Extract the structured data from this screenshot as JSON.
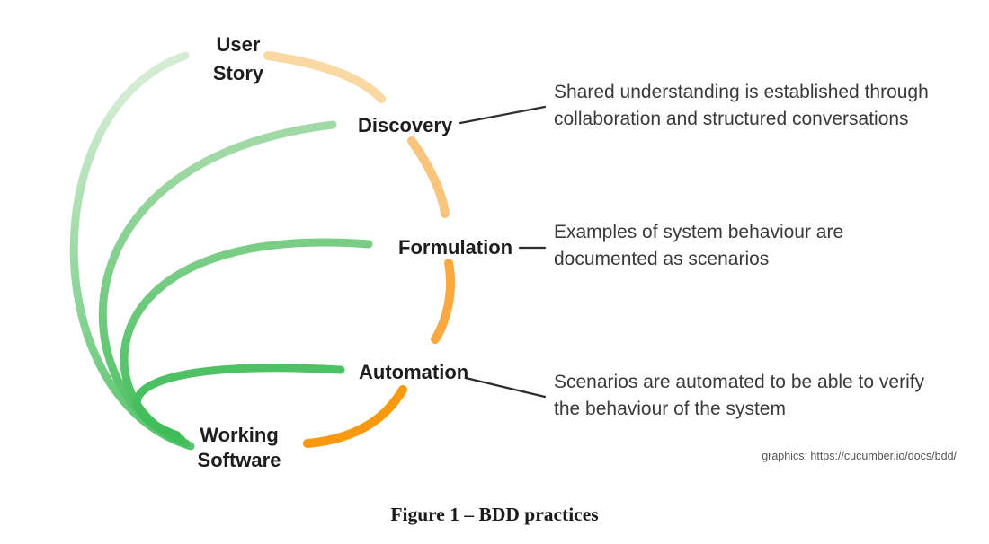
{
  "figure": {
    "caption": "Figure 1 – BDD practices",
    "credit": "graphics: https://cucumber.io/docs/bdd/"
  },
  "diagram": {
    "nodes": {
      "user_story": {
        "line1": "User",
        "line2": "Story"
      },
      "discovery": {
        "label": "Discovery"
      },
      "formulation": {
        "label": "Formulation"
      },
      "automation": {
        "label": "Automation"
      },
      "working_software": {
        "line1": "Working",
        "line2": "Software"
      }
    },
    "annotations": {
      "discovery": {
        "line1": "Shared understanding is established through",
        "line2": "collaboration and structured conversations"
      },
      "formulation": {
        "line1": "Examples of system behaviour are",
        "line2": "documented as scenarios"
      },
      "automation": {
        "line1": "Scenarios are automated to be able to verify",
        "line2": "the behaviour of the system"
      }
    },
    "edges": [
      {
        "from": "user_story",
        "to": "discovery",
        "type": "flow",
        "color": "#FAD8A2"
      },
      {
        "from": "discovery",
        "to": "formulation",
        "type": "flow",
        "color": "#F9C47C"
      },
      {
        "from": "formulation",
        "to": "automation",
        "type": "flow",
        "color": "#F9A93F"
      },
      {
        "from": "automation",
        "to": "working_software",
        "type": "flow",
        "color": "#F8990F"
      },
      {
        "from": "working_software",
        "to": "user_story",
        "type": "feedback",
        "color": "#D3ECD3"
      },
      {
        "from": "working_software",
        "to": "discovery",
        "type": "feedback",
        "color": "#A0D9A5"
      },
      {
        "from": "working_software",
        "to": "formulation",
        "type": "feedback",
        "color": "#79CD85"
      },
      {
        "from": "working_software",
        "to": "automation",
        "type": "feedback",
        "color": "#3CBB57"
      }
    ],
    "colors": {
      "feedback_green_start": {
        "user_story": "#57C46C",
        "discovery": "#46BE5E",
        "formulation": "#3EBC59",
        "automation": "#3CBB57"
      },
      "feedback_green_tip": {
        "user_story": "#D3ECD3",
        "discovery": "#A0D9A5",
        "formulation": "#79CD85",
        "automation": "#4EC165"
      },
      "flow_orange": {
        "user_story_to_discovery": "#FAD8A2",
        "discovery_to_formulation": "#F9C47C",
        "formulation_to_automation": "#F9A93F",
        "automation_to_working_software": "#F8990F"
      },
      "leader_line": "#2E2E2E"
    }
  }
}
